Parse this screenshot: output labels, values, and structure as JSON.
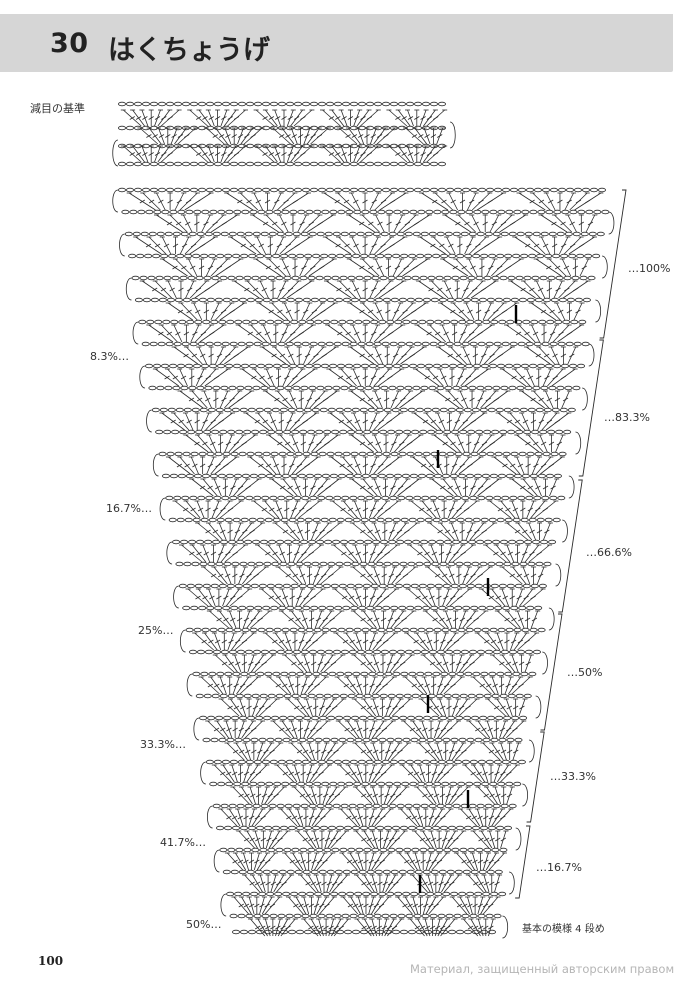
{
  "header": {
    "number": "30",
    "title": "はくちょうげ"
  },
  "labels": {
    "decrease_base": "減目の基準",
    "pattern_note": "基本の模様 4 段め"
  },
  "left_percentages": [
    "8.3%…",
    "16.7%…",
    "25%…",
    "33.3%…",
    "41.7%…",
    "50%…"
  ],
  "right_percentages": [
    "…100%",
    "…83.3%",
    "…66.6%",
    "…50%",
    "…33.3%",
    "…16.7%"
  ],
  "page_number": "100",
  "watermark": "Материал, защищенный авторским правом"
}
